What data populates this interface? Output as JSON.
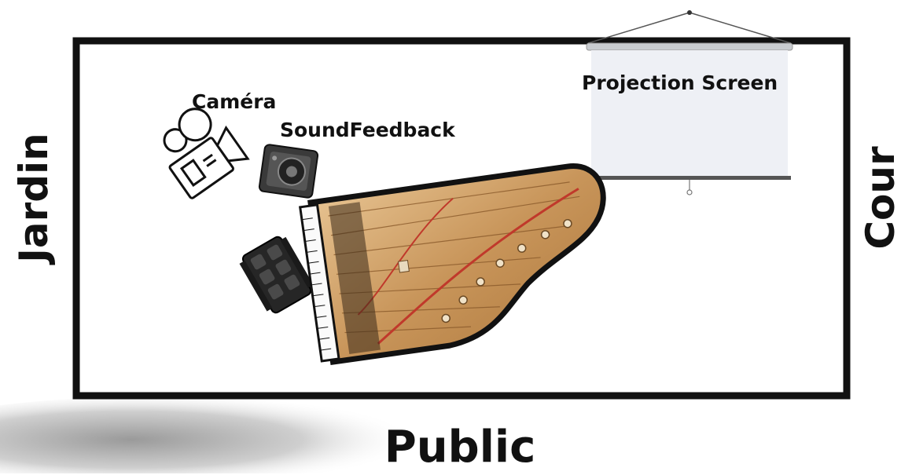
{
  "labels": {
    "camera": "Caméra",
    "sound_feedback": "SoundFeedback",
    "projection_screen": "Projection Screen",
    "left_side": "Jardin",
    "right_side": "Cour",
    "audience": "Public"
  },
  "icons": {
    "camera": "camera-icon",
    "speaker": "speaker-icon",
    "piano": "grand-piano-icon",
    "bench": "piano-bench-icon",
    "screen": "projection-screen-icon"
  },
  "colors": {
    "stage_border": "#111111",
    "text": "#111111",
    "piano_wood": "#c89a5e",
    "screen_fill": "#eef0f5"
  }
}
